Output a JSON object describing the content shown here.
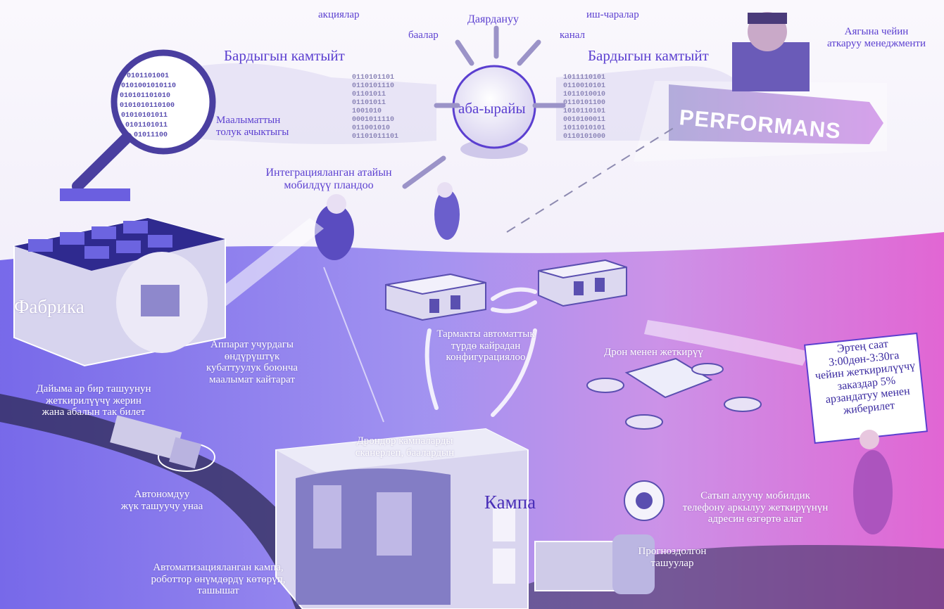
{
  "colors": {
    "sky": "#f4f1fa",
    "accent_purple": "#5b3fd0",
    "ground_left": "#6d5ee8",
    "ground_right": "#e05ad0",
    "banner": "#b17ad9"
  },
  "top": {
    "inputs": {
      "shares": "акциялар",
      "prices": "баалар",
      "readiness": "Даярдануу",
      "events": "иш-чаралар",
      "channel": "канал"
    },
    "all_inclusive_left": "Бардыгын камтыйт",
    "all_inclusive_right": "Бардыгын камтыйт",
    "weather": "аба-ырайы",
    "data_transparency": [
      "Маалыматтын",
      "толук ачыктыгы"
    ],
    "integrated_planning": [
      "Интеграцияланган атайын",
      "мобилдүү пландоо"
    ],
    "end_to_end": [
      "Аягына чейин",
      "аткаруу менеджменти"
    ],
    "performance_banner": "PERFORMANS"
  },
  "ground": {
    "factory_title": "Фабрика",
    "factory_note": [
      "Аппарат учурдагы",
      "өндүрүштүк",
      "кубаттуулук боюнча",
      "маалымат кайтарат"
    ],
    "truck_tracking": [
      "Дайыма ар бир ташуунун",
      "жеткирилүүчү жерин",
      "жана абалын так билет"
    ],
    "autonomous_truck": [
      "Автономдуу",
      "жүк ташуучу унаа"
    ],
    "network_reconfig": [
      "Тармакты автоматтык",
      "түрдө кайрадан",
      "конфигурациялоо"
    ],
    "drone_delivery": "Дрон менен жеткирүү",
    "offer_card": [
      "Эртең саат",
      "3:00дөн-3:30га",
      "чейин жеткирилүүчү",
      "заказдар 5%",
      "арзандатуу менен",
      "жиберилет"
    ],
    "drone_scan": [
      "Дрондор кампаларды",
      "сканерлеп, баалардын"
    ],
    "warehouse_title": "Кампа",
    "automated_warehouse": [
      "Автоматизацияланган кампа,",
      "роботтор өнүмдөрдү көтөрүп,",
      "ташышат"
    ],
    "customer_change": [
      "Сатып алуучу мобилдик",
      "телефону аркылуу жеткирүүнүн",
      "адресин өзгөртө алат"
    ],
    "predicted_shipments": [
      "Прогноздолгон",
      "ташуулар"
    ]
  }
}
